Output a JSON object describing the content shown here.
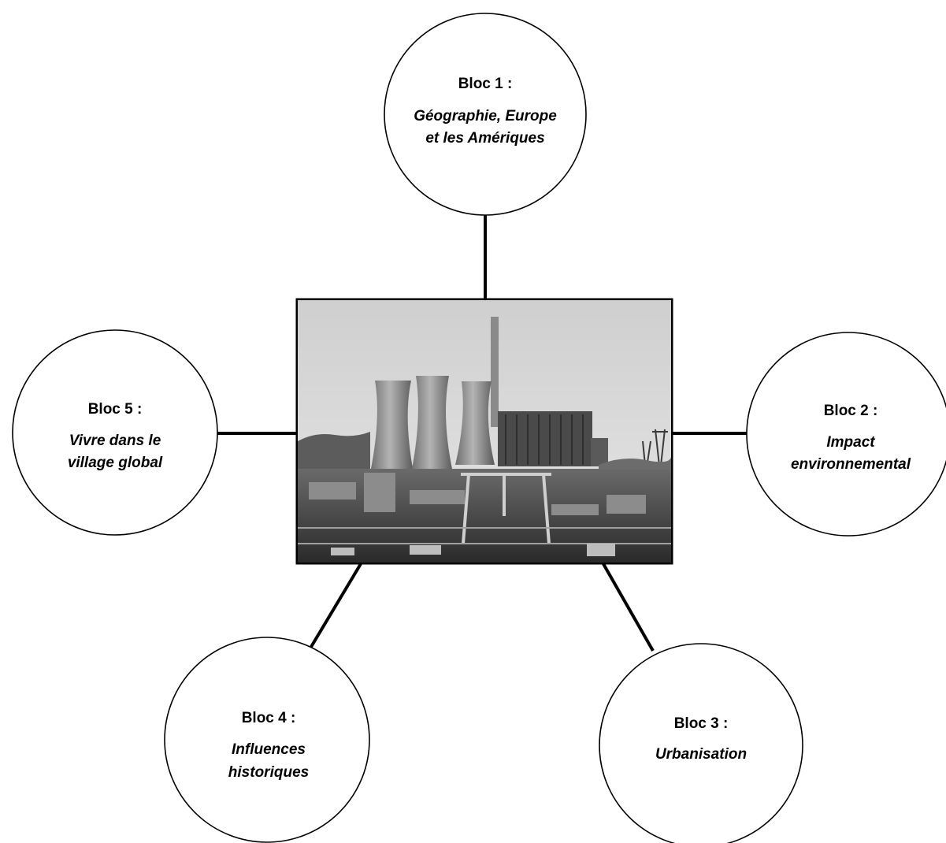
{
  "nodes": [
    {
      "id": "bloc1",
      "title": "Bloc 1 :",
      "lines": [
        "Géographie, Europe",
        "et les Amériques"
      ]
    },
    {
      "id": "bloc2",
      "title": "Bloc 2 :",
      "lines": [
        "Impact",
        "environnemental"
      ]
    },
    {
      "id": "bloc3",
      "title": "Bloc 3 :",
      "lines": [
        "Urbanisation"
      ]
    },
    {
      "id": "bloc4",
      "title": "Bloc 4 :",
      "lines": [
        "Influences",
        "historiques"
      ]
    },
    {
      "id": "bloc5",
      "title": "Bloc 5 :",
      "lines": [
        "Vivre dans le",
        "village global"
      ]
    }
  ],
  "center_image": {
    "subject": "industrial-power-plant-photo"
  },
  "colors": {
    "stroke": "#000000",
    "background": "#ffffff"
  }
}
